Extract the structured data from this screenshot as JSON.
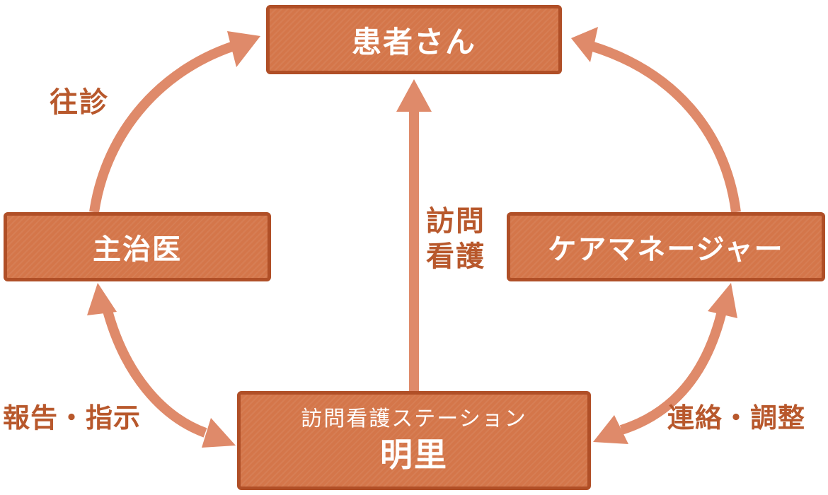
{
  "nodes": {
    "patient": "患者さん",
    "doctor": "主治医",
    "care_manager": "ケアマネージャー",
    "station_line1": "訪問看護ステーション",
    "station_line2": "明里"
  },
  "edges": {
    "house_call": "往診",
    "visiting_nursing_line1": "訪問",
    "visiting_nursing_line2": "看護",
    "report_instruct": "報告・指示",
    "liaison_adjust": "連絡・調整"
  },
  "colors": {
    "box_fill": "#d4764a",
    "box_border": "#b04f27",
    "arrow": "#df8a6a",
    "label_text": "#b8582c"
  }
}
